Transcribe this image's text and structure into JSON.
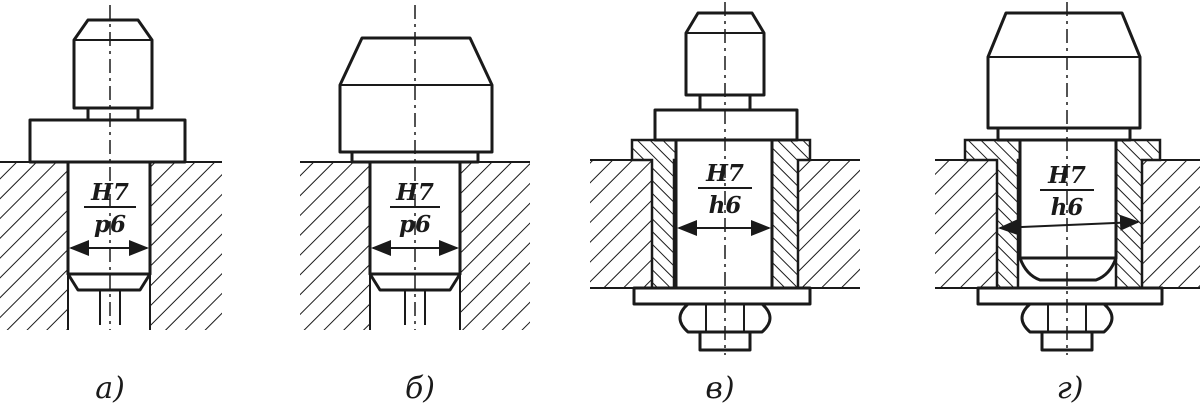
{
  "figures": [
    {
      "label": "а)",
      "fit_hole": "H7",
      "fit_shaft": "p6",
      "variant": "press-fit"
    },
    {
      "label": "б)",
      "fit_hole": "H7",
      "fit_shaft": "p6",
      "variant": "press-fit-wide-head"
    },
    {
      "label": "в)",
      "fit_hole": "H7",
      "fit_shaft": "h6",
      "variant": "bushing-with-nut"
    },
    {
      "label": "г)",
      "fit_hole": "H7",
      "fit_shaft": "h6",
      "variant": "bushing-with-nut-wide-head"
    }
  ]
}
